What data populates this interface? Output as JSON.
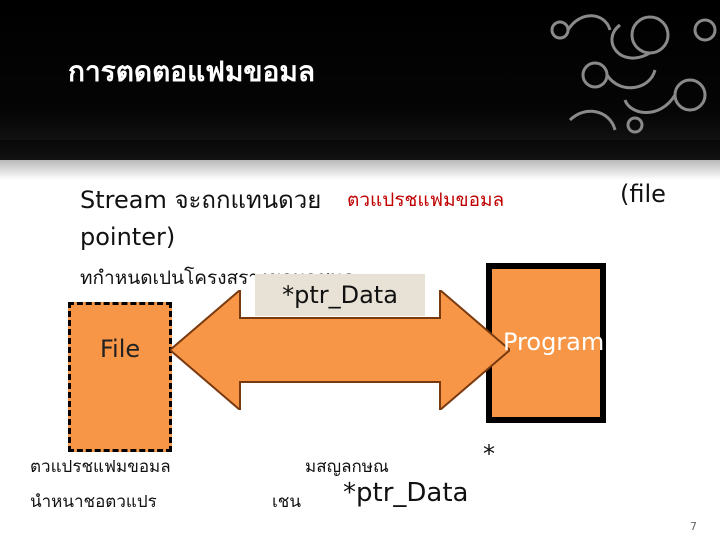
{
  "slide": {
    "title": "การตดตอแฟมขอมล",
    "line1_a": "Stream จะถกแทนดวย",
    "line1_b": "ตวแปรชแฟมขอมล",
    "line1_c": "(file",
    "line2": "pointer)",
    "line3": "ทกำหนดเปนโครงสรางขอมลชนด",
    "ptr_label": "*ptr_Data",
    "file_label": "File",
    "program_label": "Program",
    "bottom_left_1": "ตวแปรชแฟมขอมล",
    "bottom_left_2": "นำหนาชอตวแปร",
    "bottom_mid": "มสญลกษณ",
    "asterisk": "*",
    "bottom_example_prefix": "เชน",
    "bottom_example": "*ptr_Data",
    "page_number": "7"
  },
  "colors": {
    "header_bg": "#000000",
    "box_fill": "#f79646",
    "accent_red": "#c00000"
  }
}
